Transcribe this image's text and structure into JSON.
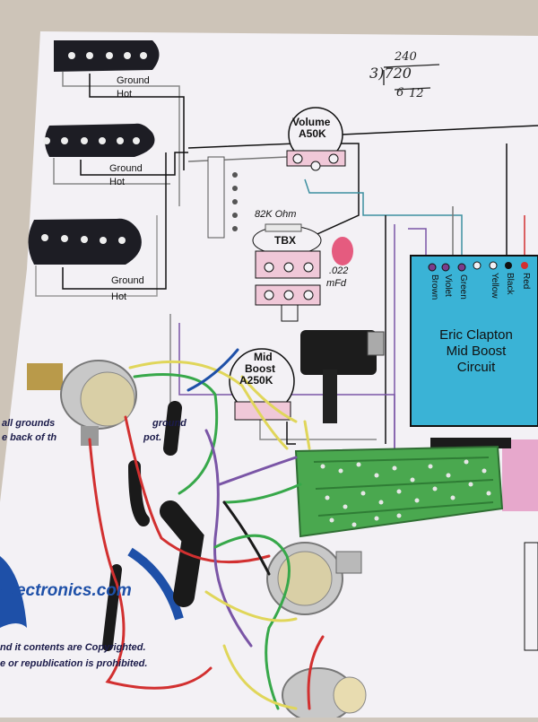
{
  "diagram": {
    "pickups": [
      {
        "ground": "Ground",
        "hot": "Hot"
      },
      {
        "ground": "Ground",
        "hot": "Hot"
      },
      {
        "ground": "Ground",
        "hot": "Hot"
      }
    ],
    "volume_pot": {
      "name": "Volume",
      "value": "A50K"
    },
    "tbx": {
      "name": "TBX",
      "resistor": "82K Ohm",
      "cap_value": ".022",
      "cap_unit": "mFd"
    },
    "mid_boost_pot": {
      "line1": "Mid",
      "line2": "Boost",
      "value": "A250K"
    },
    "circuit_title": [
      "Eric Clapton",
      "Mid Boost",
      "Circuit"
    ],
    "wire_labels": [
      "Brown",
      "Violet",
      "Green",
      "Yellow",
      "Black",
      "Red"
    ],
    "ground_note": [
      "all grounds",
      "ground",
      "e back of th",
      "pot."
    ],
    "brand": "Electronics.com",
    "copyright": [
      "nd it contents are Copyrighted.",
      "e or republication is prohibited."
    ],
    "handwritten": [
      "240",
      "3)720",
      "6",
      "12"
    ]
  },
  "colors": {
    "paper": "#f4f2f5",
    "pickup": "#1d1d24",
    "circuit_box": "#3ab3d6",
    "pcb": "#4aa84f",
    "trace_purple": "#7a55a6",
    "trace_teal": "#3c8fa0",
    "trace_red": "#d23030"
  }
}
